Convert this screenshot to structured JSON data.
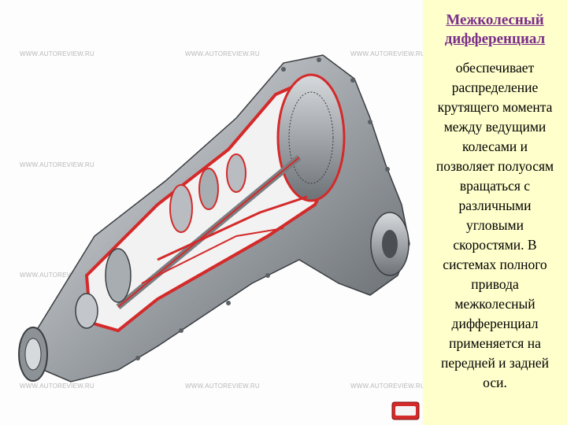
{
  "sidebar": {
    "title_line1": "Межколесный",
    "title_line2": "дифференциал",
    "body_lines": [
      "обеспечивает",
      "распределение",
      "крутящего момента",
      "между ведущими",
      "колесами и",
      "позволяет полуосям",
      "вращаться с",
      "различными",
      "угловыми",
      "скоростями. В",
      "системах полного",
      "привода",
      "межколесный",
      "дифференциал",
      "применяется на",
      "передней и задней",
      "оси."
    ]
  },
  "watermark": "WWW.AUTOREVIEW.RU",
  "colors": {
    "sidebar_bg": "#ffffcc",
    "title": "#7a2e8a",
    "housing_red": "#d42a2a"
  }
}
